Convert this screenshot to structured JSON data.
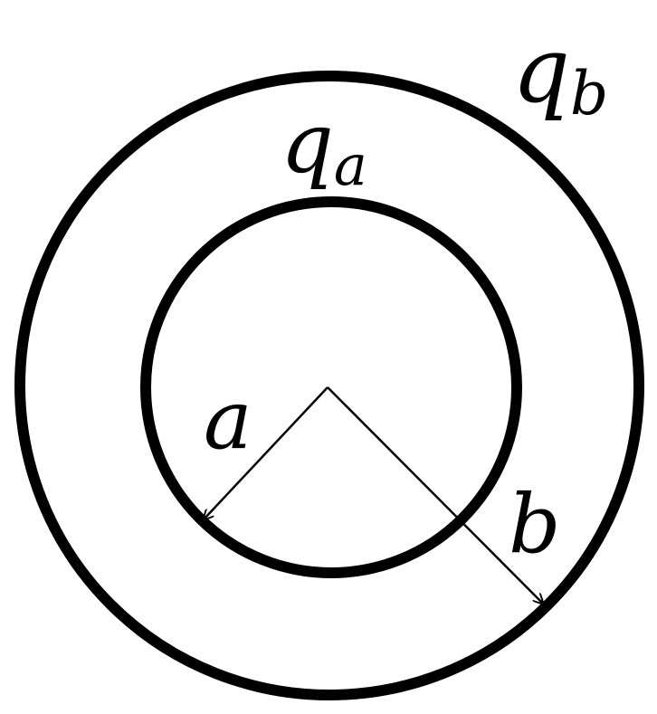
{
  "diagram": {
    "labels": {
      "outer_charge": "q",
      "outer_charge_sub": "b",
      "inner_charge": "q",
      "inner_charge_sub": "a",
      "inner_radius": "a",
      "outer_radius": "b"
    },
    "colors": {
      "stroke": "#000000",
      "background": "#ffffff"
    }
  }
}
